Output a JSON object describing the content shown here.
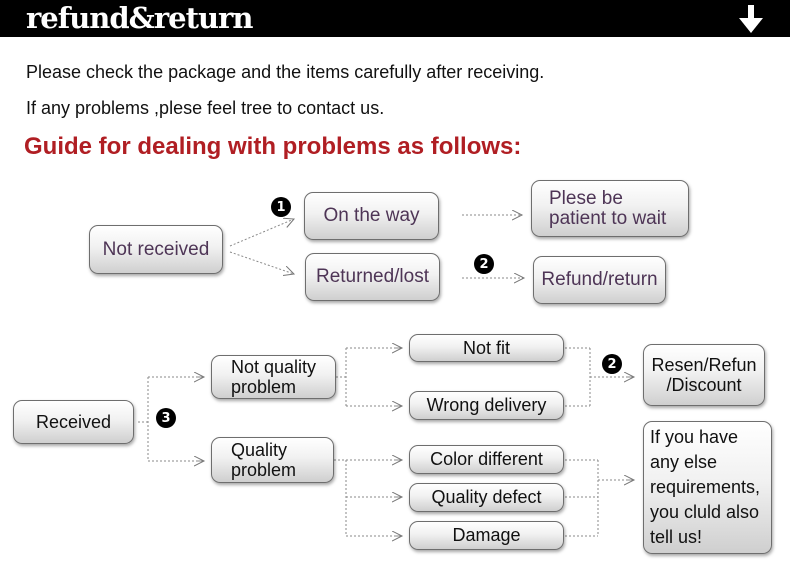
{
  "header": {
    "title": "refund&return"
  },
  "intro": {
    "line1": "Please check the package and the items carefully after receiving.",
    "line2": "If any problems ,plese feel tree to contact us."
  },
  "guide_title": "Guide for dealing with problems as follows:",
  "not_received_flow": {
    "start": "Not received",
    "on_the_way": "On the way",
    "patient": "Plese be\npatient to wait",
    "returned_lost": "Returned/lost",
    "refund_return": "Refund/return"
  },
  "received_flow": {
    "start": "Received",
    "not_quality": "Not quality\nproblem",
    "quality": "Quality\nproblem",
    "not_fit": "Not fit",
    "wrong_delivery": "Wrong delivery",
    "color_different": "Color different",
    "quality_defect": "Quality defect",
    "damage": "Damage",
    "resend": "Resen/Refun\n/Discount",
    "other": "If you have\nany else\nrequirements,\nyou cluld also\ntell us!"
  },
  "badges": {
    "one": "1",
    "two": "2",
    "three": "3"
  },
  "colors": {
    "header_bg": "#000000",
    "guide_red": "#b01e23",
    "box_text_purple": "#4e3556"
  }
}
